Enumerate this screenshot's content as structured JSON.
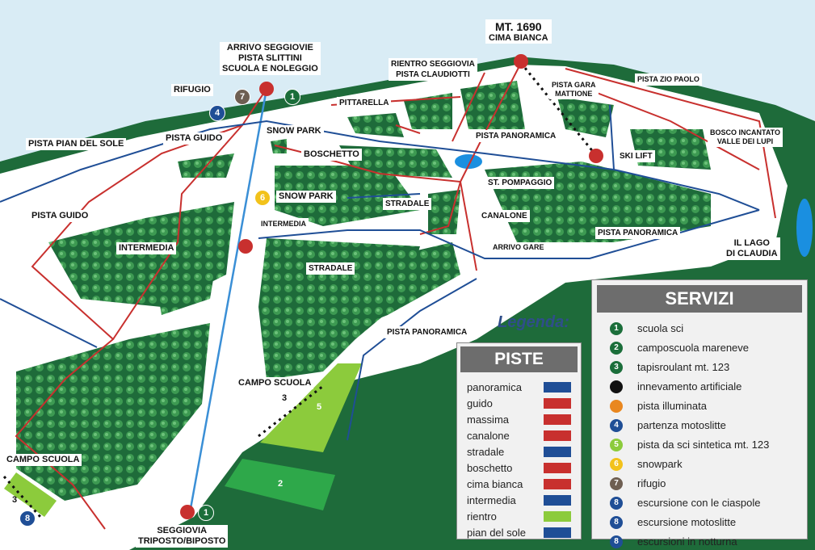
{
  "colors": {
    "sky": "#d9ecf5",
    "forest": "#1e6b3a",
    "snow": "#ffffff",
    "panoramica": "#1f4e96",
    "red_run": "#c8302e",
    "green_run": "#8ccb3c",
    "lift_line": "#3a8fd6"
  },
  "summit": {
    "altitude": "MT. 1690",
    "name": "CIMA BIANCA"
  },
  "map_labels": {
    "arrivo": "ARRIVO SEGGIOVIE\nPISTA SLITTINI\nSCUOLA E NOLEGGIO",
    "rifugio": "RIFUGIO",
    "rientro": "RIENTRO SEGGIOVIA\nPISTA CLAUDIOTTI",
    "pittarella": "PITTARELLA",
    "pista_gara": "PISTA  GARA\nMATTIONE",
    "zio_paolo": "PISTA ZIO PAOLO",
    "snow_park_top": "SNOW PARK",
    "pista_panoramica_top": "PISTA PANORAMICA",
    "pian_del_sole": "PISTA PIAN DEL SOLE",
    "pista_guido_top": "PISTA GUIDO",
    "boschetto": "BOSCHETTO",
    "ski_lift": "SKI LIFT",
    "bosco_incantato": "BOSCO INCANTATO\nVALLE DEI LUPI",
    "st_pompaggio": "ST. POMPAGGIO",
    "snow_park_mid": "SNOW PARK",
    "stradale_mid": "STRADALE",
    "pista_guido_left": "PISTA GUIDO",
    "intermedia_small": "INTERMEDIA",
    "canalone": "CANALONE",
    "pista_panoramica_right": "PISTA PANORAMICA",
    "intermedia": "INTERMEDIA",
    "arrivo_gare": "ARRIVO GARE",
    "lago": "IL LAGO\nDI CLAUDIA",
    "stradale_low": "STRADALE",
    "pista_panoramica_low": "PISTA PANORAMICA",
    "campo_scuola_mid": "CAMPO SCUOLA",
    "campo_scuola_left": "CAMPO SCUOLA",
    "seggiovia": "SEGGIOVIA\nTRIPOSTO/BIPOSTO"
  },
  "map_badges": {
    "b1_top": "1",
    "b7": "7",
    "b4": "4",
    "b6": "6",
    "b5": "5",
    "b2": "2",
    "b3_mid": "3",
    "b3_left": "3",
    "b8": "8",
    "b1_bottom": "1"
  },
  "legend_title": "Legenda:",
  "piste": {
    "title": "PISTE",
    "items": [
      {
        "label": "panoramica",
        "color": "#1f4e96"
      },
      {
        "label": "guido",
        "color": "#c8302e"
      },
      {
        "label": "massima",
        "color": "#c8302e"
      },
      {
        "label": "canalone",
        "color": "#c8302e"
      },
      {
        "label": "stradale",
        "color": "#1f4e96"
      },
      {
        "label": "boschetto",
        "color": "#c8302e"
      },
      {
        "label": "cima bianca",
        "color": "#c8302e"
      },
      {
        "label": "intermedia",
        "color": "#1f4e96"
      },
      {
        "label": "rientro",
        "color": "#8ccb3c"
      },
      {
        "label": "pian del sole",
        "color": "#1f4e96"
      }
    ]
  },
  "servizi": {
    "title": "SERVIZI",
    "items": [
      {
        "num": "1",
        "color": "#1b6e3a",
        "label": "scuola sci"
      },
      {
        "num": "2",
        "color": "#1b6e3a",
        "label": "camposcuola  mareneve"
      },
      {
        "num": "3",
        "color": "#1b6e3a",
        "label": "tapisroulant mt. 123"
      },
      {
        "num": "",
        "color": "#111111",
        "label": "innevamento artificiale"
      },
      {
        "num": "",
        "color": "#e9871f",
        "label": "pista illuminata"
      },
      {
        "num": "4",
        "color": "#1f4e96",
        "label": "partenza motoslitte"
      },
      {
        "num": "5",
        "color": "#8ccb3c",
        "label": "pista da sci sintetica mt. 123"
      },
      {
        "num": "6",
        "color": "#f2c21b",
        "label": "snowpark"
      },
      {
        "num": "7",
        "color": "#6e5f52",
        "label": "rifugio"
      },
      {
        "num": "8",
        "color": "#1f4e96",
        "label": "escursione con le ciaspole"
      },
      {
        "num": "8",
        "color": "#1f4e96",
        "label": "escursione motoslitte"
      },
      {
        "num": "8",
        "color": "#1f4e96",
        "label": "escursioni in notturna\ncon il gatto delle nevi"
      }
    ]
  }
}
